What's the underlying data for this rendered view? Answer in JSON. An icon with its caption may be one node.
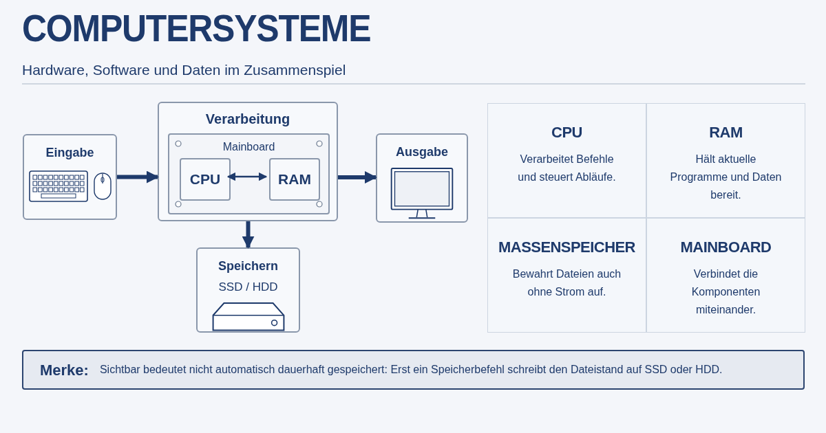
{
  "diagram": {
    "title": "COMPUTERSYSTEME",
    "caption": "Hardware, Software und Daten im Zusammenspiel",
    "nodes": [
      {
        "text": [
          "Eingabe"
        ]
      },
      {
        "text": [
          "Verarbeitung"
        ]
      },
      {
        "text": [
          "Mainboard"
        ],
        "in": 1
      },
      {
        "text": [
          "CPU"
        ],
        "in": 2
      },
      {
        "text": [
          "RAM"
        ],
        "in": 2
      },
      {
        "text": [
          "Ausgabe"
        ]
      },
      {
        "text": [
          "Speichern",
          "SSD / HDD"
        ]
      },
      {
        "text": [
          "CPU",
          "Verarbeitet Befehle und steuert Abläufe."
        ]
      },
      {
        "text": [
          "RAM",
          "Hält aktuelle Programme und Daten bereit."
        ]
      },
      {
        "text": [
          "MASSENSPEICHER",
          "Bewahrt Dateien auch ohne Strom auf."
        ]
      },
      {
        "text": [
          "MAINBOARD",
          "Verbindet die Komponenten miteinander."
        ]
      },
      {
        "text": [
          "Merke:",
          "Sichtbar bedeutet nicht automatisch dauerhaft gespeichert: Erst ein Speicherbefehl schreibt den Dateistand auf SSD oder HDD."
        ]
      }
    ],
    "edges": [
      {
        "from": 0,
        "to": 1,
        "arrow": "to"
      },
      {
        "from": 3,
        "to": 4,
        "arrow": "both"
      },
      {
        "from": 1,
        "to": 5,
        "arrow": "to"
      },
      {
        "from": 1,
        "to": 6,
        "arrow": "to"
      }
    ]
  }
}
